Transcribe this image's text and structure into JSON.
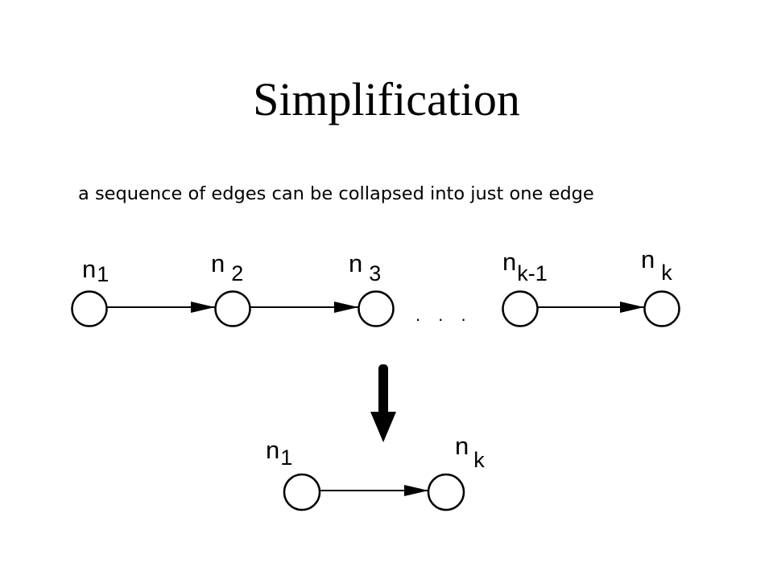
{
  "slide": {
    "title": "Simplification",
    "subtitle": "a sequence of edges can be collapsed into just one edge"
  },
  "diagram": {
    "sequence_nodes": [
      {
        "id": "n1",
        "main": "n",
        "sub": "1"
      },
      {
        "id": "n2",
        "main": "n",
        "sub": "2"
      },
      {
        "id": "n3",
        "main": "n",
        "sub": "3"
      },
      {
        "id": "nk-1",
        "main": "n",
        "sub": "k-1"
      },
      {
        "id": "nk",
        "main": "n",
        "sub": "k"
      }
    ],
    "sequence_edges": [
      {
        "from": "n1",
        "to": "n2"
      },
      {
        "from": "n2",
        "to": "n3"
      },
      {
        "from": "nk-1",
        "to": "nk"
      }
    ],
    "ellipsis": ". . .",
    "collapsed_nodes": [
      {
        "id": "c-n1",
        "main": "n",
        "sub": "1"
      },
      {
        "id": "c-nk",
        "main": "n",
        "sub": "k"
      }
    ],
    "collapsed_edges": [
      {
        "from": "c-n1",
        "to": "c-nk"
      }
    ]
  }
}
